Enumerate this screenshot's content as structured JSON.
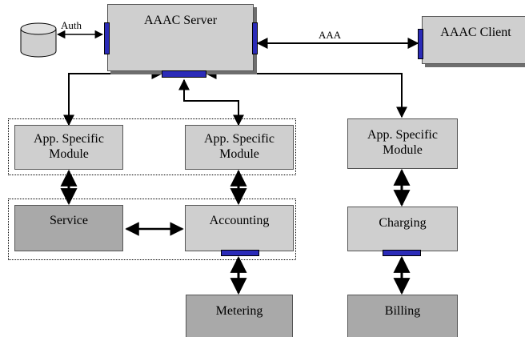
{
  "nodes": {
    "server": "AAAC Server",
    "client": "AAAC Client",
    "asm1": "App. Specific Module",
    "asm2": "App. Specific Module",
    "asm3": "App. Specific Module",
    "service": "Service",
    "accounting": "Accounting",
    "charging": "Charging",
    "metering": "Metering",
    "billing": "Billing"
  },
  "labels": {
    "auth": "Auth",
    "aaa": "AAA"
  },
  "colors": {
    "port": "#2b2bb8",
    "box_light": "#cfcfcf",
    "box_dark": "#a9a9a9",
    "shadow": "#6e6e6e"
  }
}
